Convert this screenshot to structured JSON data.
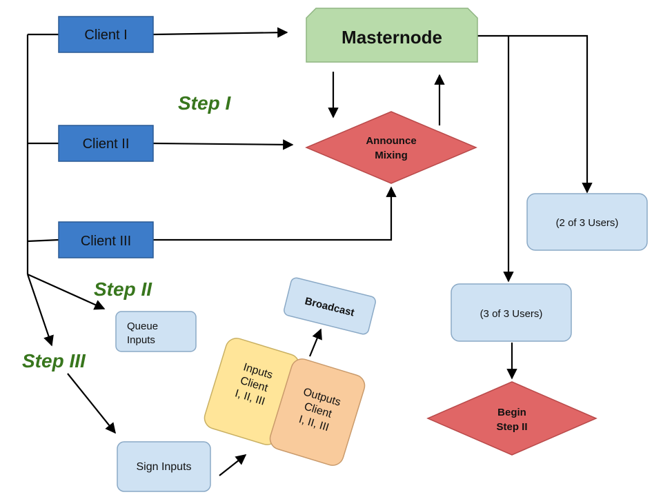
{
  "colors": {
    "client_fill": "#3d7cc9",
    "client_stroke": "#2a5a94",
    "master_fill": "#b8dbaa",
    "master_stroke": "#8fb582",
    "diamond_fill": "#e06666",
    "diamond_stroke": "#b94a4a",
    "light_box_fill": "#cfe2f3",
    "light_box_stroke": "#8aa9c6",
    "inputs_fill": "#ffe599",
    "outputs_fill": "#f9cb9c",
    "step_text": "#38761d",
    "line": "#000000"
  },
  "clients": [
    {
      "label": "Client I"
    },
    {
      "label": "Client II"
    },
    {
      "label": "Client III"
    }
  ],
  "masternode": {
    "label": "Masternode"
  },
  "announce": {
    "line1": "Announce",
    "line2": "Mixing"
  },
  "steps": {
    "step1": "Step I",
    "step2": "Step II",
    "step3": "Step III"
  },
  "queue": {
    "line1": "Queue",
    "line2": "Inputs"
  },
  "sign": {
    "label": "Sign Inputs"
  },
  "inputs_card": {
    "line1": "Inputs",
    "line2": "Client",
    "line3": "I, II, III"
  },
  "outputs_card": {
    "line1": "Outputs",
    "line2": "Client",
    "line3": "I, II, III"
  },
  "broadcast": {
    "label": "Broadcast"
  },
  "users_2of3": {
    "label": "(2 of 3 Users)"
  },
  "users_3of3": {
    "label": "(3 of 3 Users)"
  },
  "begin": {
    "line1": "Begin",
    "line2": "Step II"
  }
}
